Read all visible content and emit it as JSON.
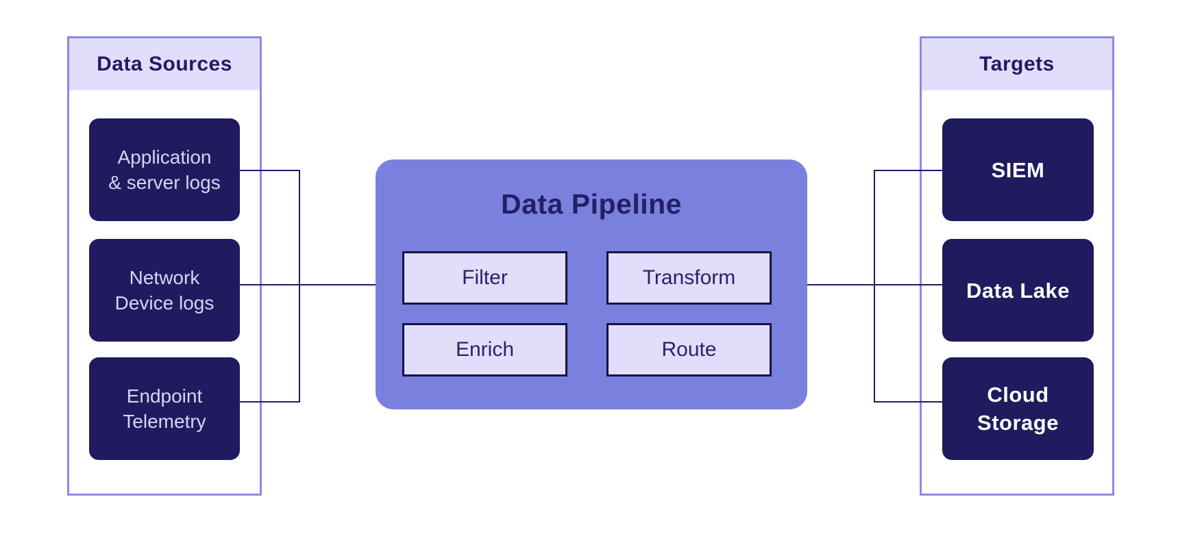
{
  "diagram": {
    "sources": {
      "title": "Data Sources",
      "items": [
        {
          "label": "Application\n& server logs"
        },
        {
          "label": "Network\nDevice logs"
        },
        {
          "label": "Endpoint\nTelemetry"
        }
      ]
    },
    "pipeline": {
      "title": "Data Pipeline",
      "stages": [
        {
          "label": "Filter"
        },
        {
          "label": "Transform"
        },
        {
          "label": "Enrich"
        },
        {
          "label": "Route"
        }
      ]
    },
    "targets": {
      "title": "Targets",
      "items": [
        {
          "label": "SIEM"
        },
        {
          "label": "Data Lake"
        },
        {
          "label": "Cloud\nStorage"
        }
      ]
    },
    "colors": {
      "background": "#ffffff",
      "panel_border": "#8a8ae4",
      "panel_header_fill": "#e2ddf9",
      "node_fill": "#1f1b5e",
      "source_node_text": "#d9d4f3",
      "target_node_text": "#ffffff",
      "pipeline_fill": "#7a80dd",
      "stage_fill": "#e2ddf9",
      "stage_border": "#141145",
      "dark_text": "#1f1b63",
      "connector_line": "#1f1b63"
    }
  }
}
